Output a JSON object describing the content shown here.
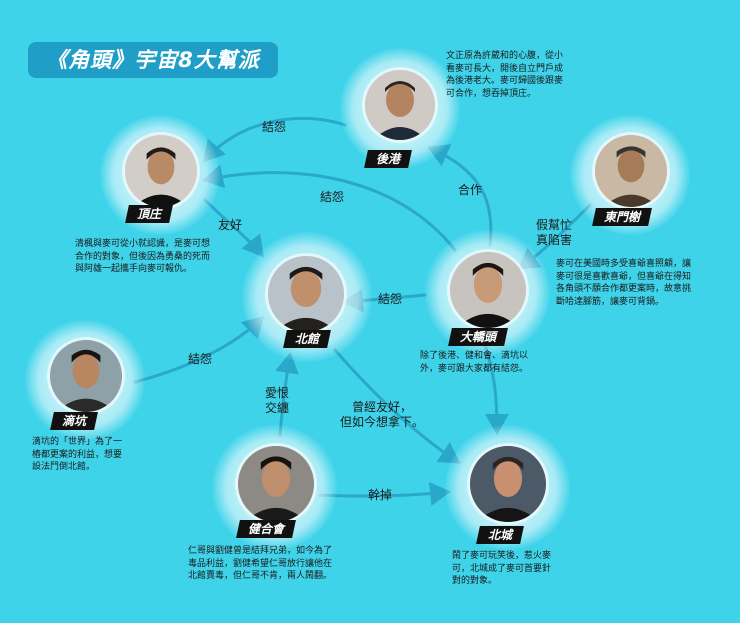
{
  "title": "《角頭》宇宙8大幫派",
  "nodes": {
    "hougang": {
      "name": "後港",
      "desc": [
        "文正原為許葳和的心腹，從小",
        "看麥可長大，開後自立門戶成",
        "為後港老大。麥可歸國後跟麥",
        "可合作，想吞掉頂庄。"
      ]
    },
    "dingzhuang": {
      "name": "頂庄",
      "desc": [
        "清楓與麥可從小就認識，是麥可想",
        "合作的對象，但後因為勇桑的死而",
        "與阿雄一起攜手向麥可報仇。"
      ]
    },
    "dongmenxie": {
      "name": "東門榭",
      "desc": [
        "麥可在美國時多受喜爺喜照顧，讓",
        "麥可很是喜歡喜爺，但喜爺在得知",
        "各角頭不願合作都更案時，故意挑",
        "斷哈達腳筋，讓麥可背鍋。"
      ]
    },
    "beiguan": {
      "name": "北館"
    },
    "dabaotou": {
      "name": "大轎頭",
      "desc": [
        "除了後港、健和會、滴坑以",
        "外，麥可跟大家都有結怨。"
      ]
    },
    "dikeng": {
      "name": "滴坑",
      "desc": [
        "滴坑的「世界」為了一",
        "樁都更案的利益，想要",
        "設法鬥倒北館。"
      ]
    },
    "jianhehui": {
      "name": "健合會",
      "desc": [
        "仁哥與劉健曾是結拜兄弟，如今為了",
        "毒品利益，劉健希望仁哥放行讓他在",
        "北館賣毒，但仁哥不肯，兩人鬧翻。"
      ]
    },
    "beicheng": {
      "name": "北城",
      "desc": [
        "鬧了麥可玩笑後，惹火麥",
        "可，北城成了麥可首要針",
        "對的對象。"
      ]
    }
  },
  "relations": [
    {
      "id": "r1",
      "label": [
        "結怨"
      ]
    },
    {
      "id": "r2",
      "label": [
        "友好"
      ]
    },
    {
      "id": "r3",
      "label": [
        "結怨"
      ]
    },
    {
      "id": "r4",
      "label": [
        "合作"
      ]
    },
    {
      "id": "r5",
      "label": [
        "假幫忙",
        "真陷害"
      ]
    },
    {
      "id": "r6",
      "label": [
        "結怨"
      ]
    },
    {
      "id": "r7",
      "label": [
        "結怨"
      ]
    },
    {
      "id": "r8",
      "label": [
        "愛恨",
        "交纏"
      ]
    },
    {
      "id": "r9",
      "label": [
        "曾經友好，",
        "但如今想拿下。"
      ]
    },
    {
      "id": "r10",
      "label": [
        "幹掉"
      ]
    }
  ],
  "colors": {
    "background": "#3fd3ea",
    "arrow": "#2aa8c9",
    "tag": "#111111",
    "title_bg": "#1f9fc8"
  }
}
